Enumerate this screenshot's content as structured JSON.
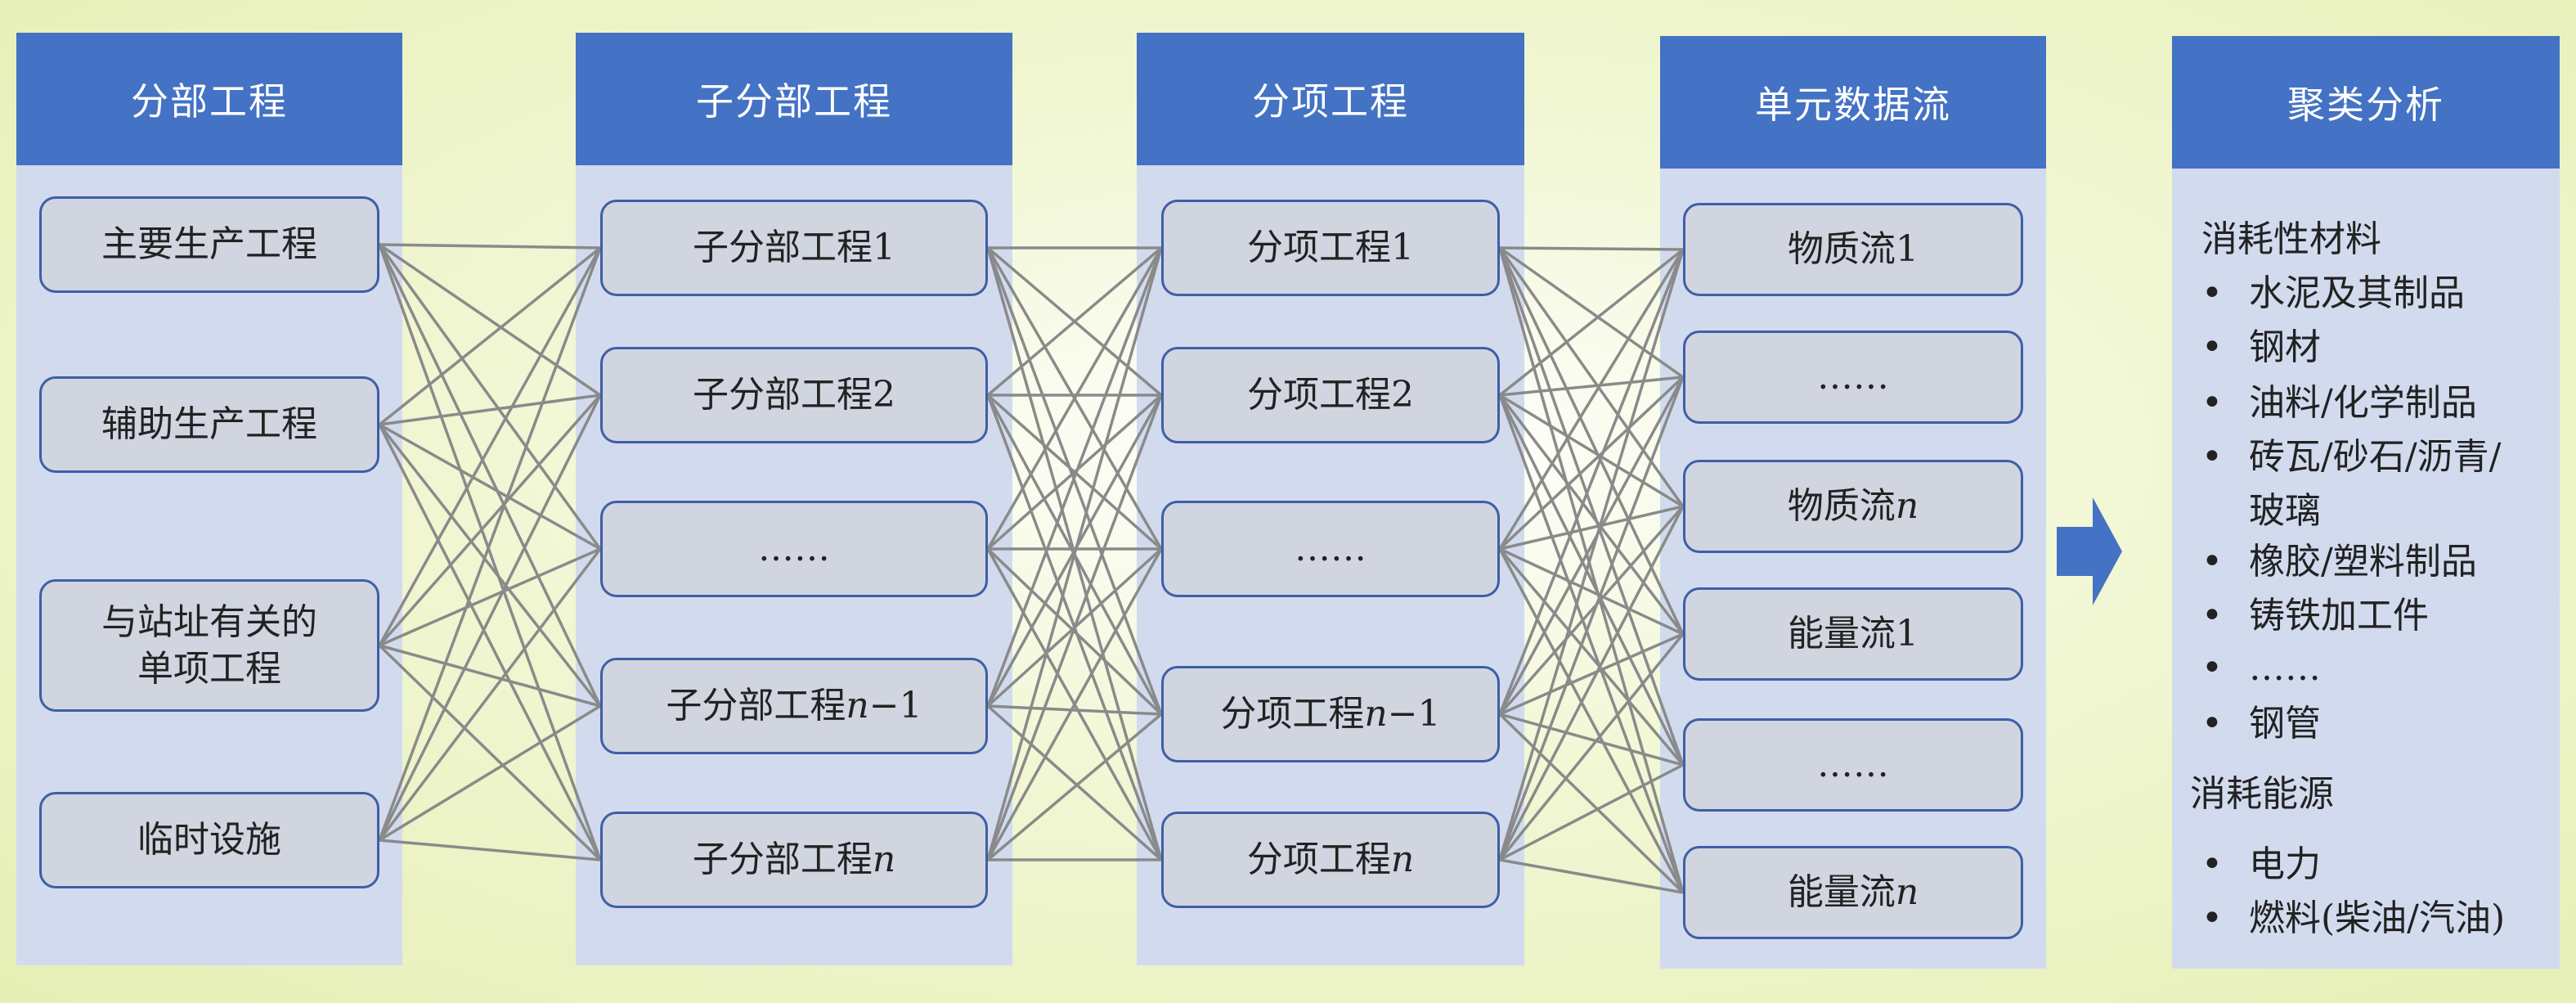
{
  "columns": {
    "c1": {
      "header": "分部工程",
      "nodes": [
        "主要生产工程",
        "辅助生产工程",
        "与站址有关的\n单项工程",
        "临时设施"
      ]
    },
    "c2": {
      "header": "子分部工程",
      "nodes": [
        "子分部工程1",
        "子分部工程2",
        "……",
        "子分部工程n−1",
        "子分部工程n"
      ]
    },
    "c3": {
      "header": "分项工程",
      "nodes": [
        "分项工程1",
        "分项工程2",
        "……",
        "分项工程n−1",
        "分项工程n"
      ]
    },
    "c4": {
      "header": "单元数据流",
      "nodes": [
        "物质流1",
        "……",
        "物质流n",
        "能量流1",
        "……",
        "能量流n"
      ]
    },
    "c5": {
      "header": "聚类分析",
      "groups": [
        {
          "title": "消耗性材料",
          "items": [
            "水泥及其制品",
            "钢材",
            "油料/化学制品",
            "砖瓦/砂石/沥青/\n玻璃",
            "橡胶/塑料制品",
            "铸铁加工件",
            "……",
            "钢管"
          ]
        },
        {
          "title": "消耗能源",
          "items": [
            "电力",
            "燃料(柴油/汽油)"
          ]
        }
      ]
    }
  },
  "colors": {
    "header": "#4472c4",
    "column": "#d2dbee",
    "node": "#d0d5e0",
    "node_border": "#3f5ea8",
    "link": "#8a8a8a",
    "arrow": "#4472c4"
  }
}
